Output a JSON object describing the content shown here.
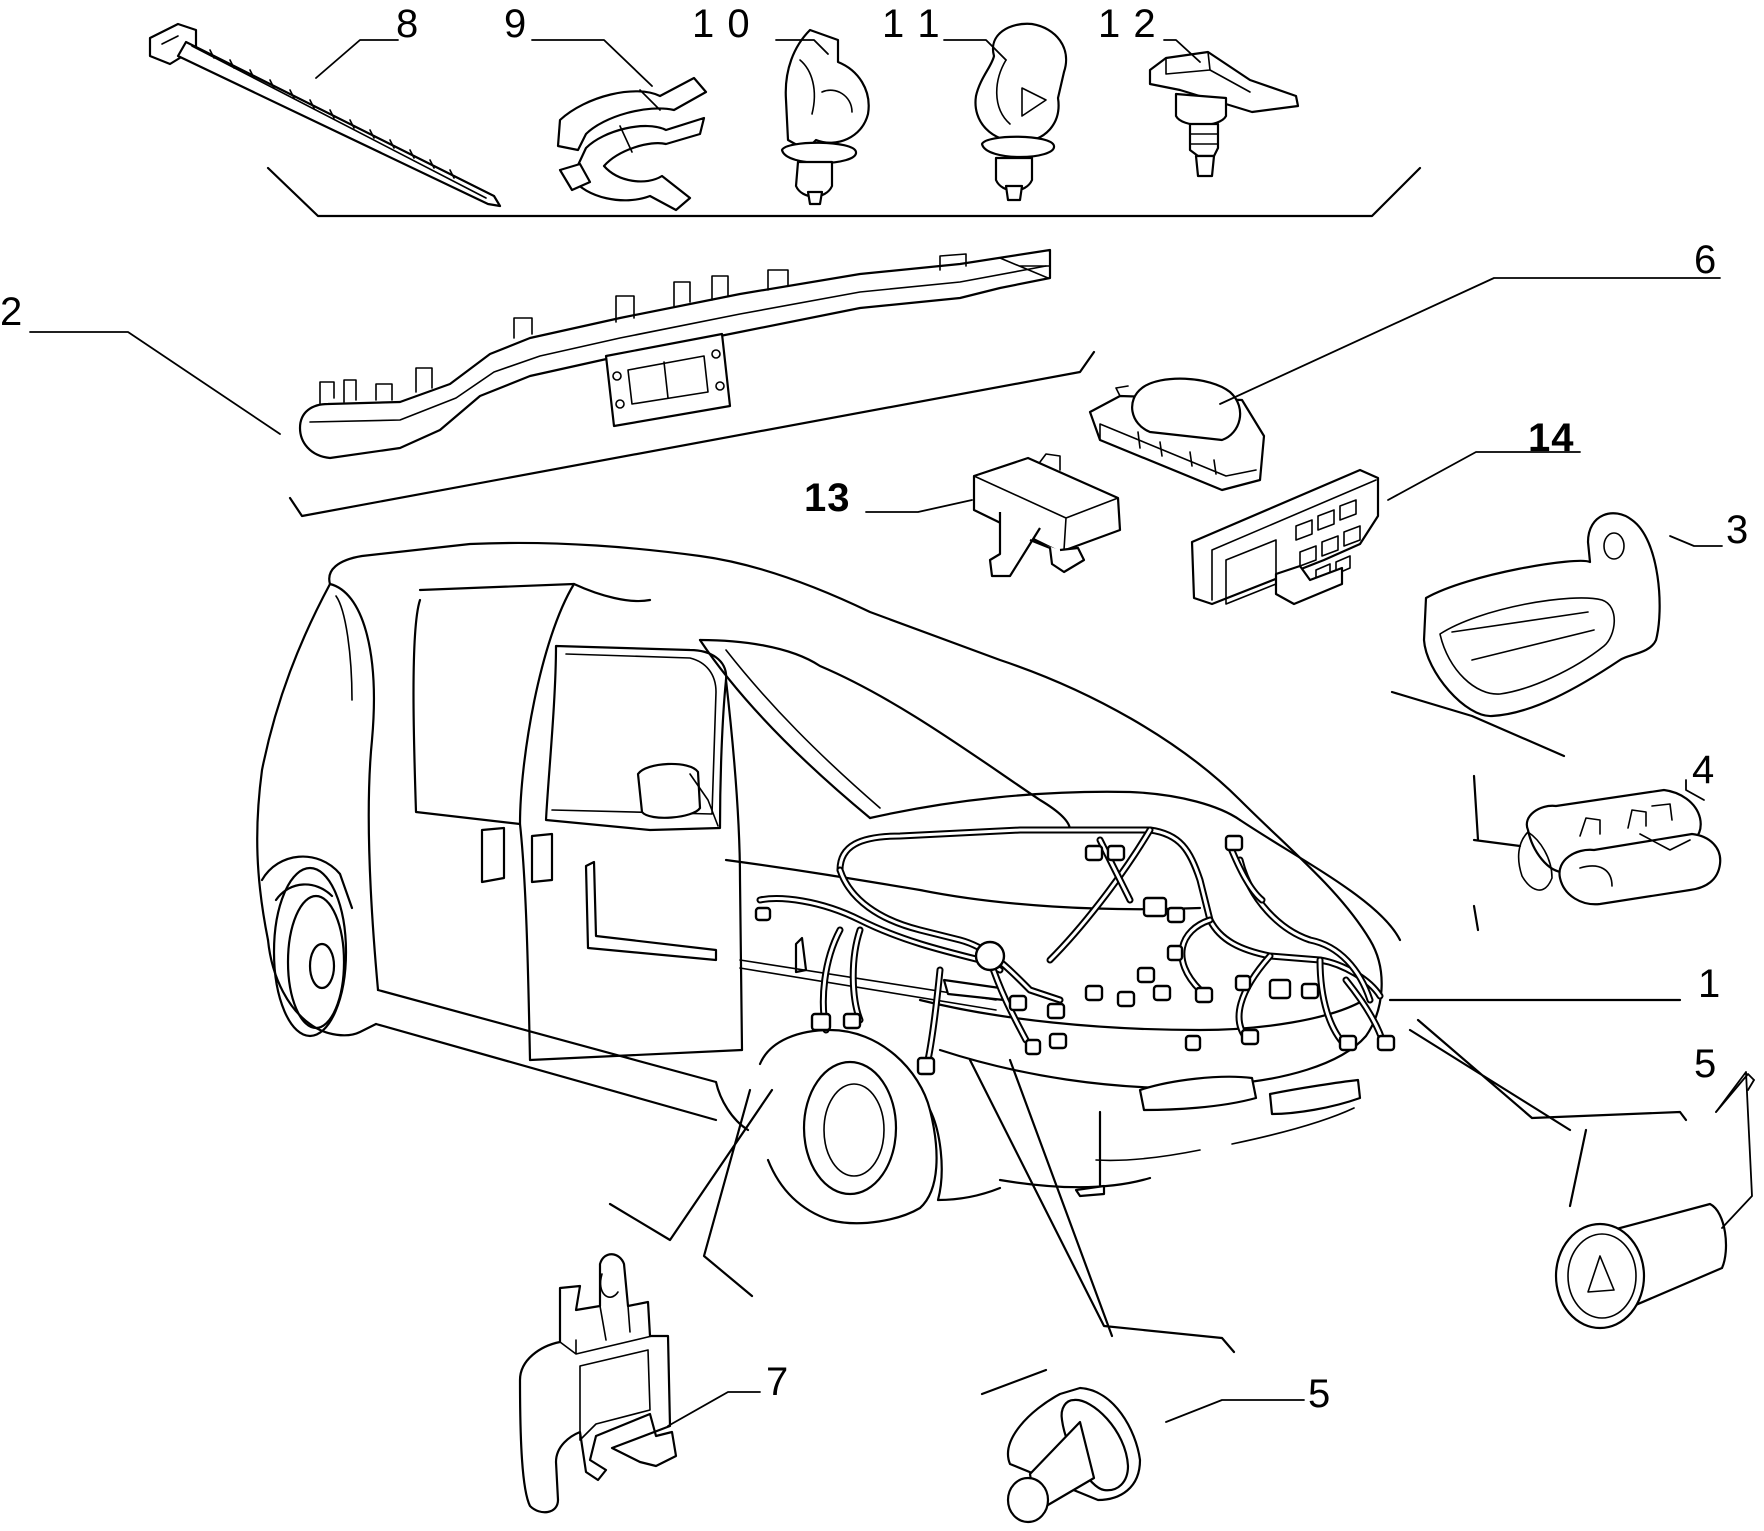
{
  "diagram": {
    "callouts": {
      "c1": "1",
      "c2": "2",
      "c3": "3",
      "c4": "4",
      "c5a": "5",
      "c5b": "5",
      "c6": "6",
      "c7": "7",
      "c8": "8",
      "c9": "9",
      "c10": "1 0",
      "c11": "1 1",
      "c12": "1 2",
      "c13": "13",
      "c14": "14"
    },
    "parts": [
      {
        "id": "1",
        "name": "wiring-harness"
      },
      {
        "id": "2",
        "name": "harness-channel"
      },
      {
        "id": "3",
        "name": "bracket"
      },
      {
        "id": "4",
        "name": "twin-clip"
      },
      {
        "id": "5",
        "name": "grommet"
      },
      {
        "id": "6",
        "name": "control-box"
      },
      {
        "id": "7",
        "name": "retaining-clip"
      },
      {
        "id": "8",
        "name": "cable-tie"
      },
      {
        "id": "9",
        "name": "band-clip"
      },
      {
        "id": "10",
        "name": "push-clip"
      },
      {
        "id": "11",
        "name": "push-clip"
      },
      {
        "id": "12",
        "name": "stud-clip"
      },
      {
        "id": "13",
        "name": "module"
      },
      {
        "id": "14",
        "name": "fuse-carrier"
      }
    ]
  }
}
